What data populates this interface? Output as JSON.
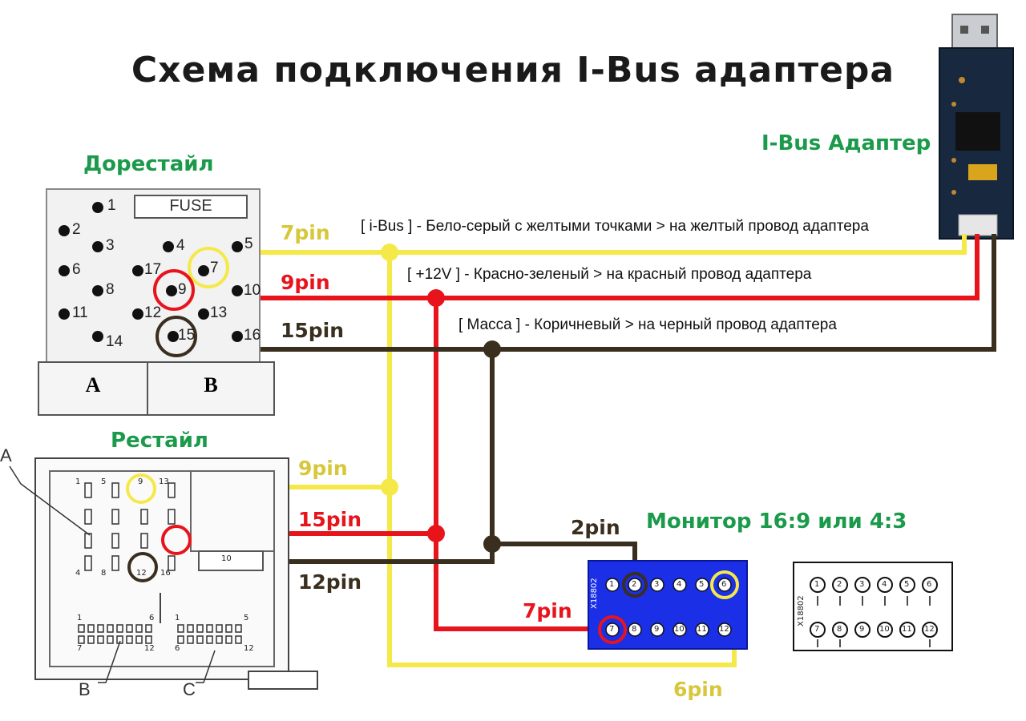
{
  "title": "Схема подключения I-Bus адаптера",
  "adapter": {
    "label": "I-Bus Адаптер"
  },
  "old_connector": {
    "label": "Дорестайл",
    "fuse": "FUSE",
    "block_a": "A",
    "block_b": "B",
    "pins": [
      "1",
      "2",
      "3",
      "4",
      "5",
      "6",
      "17",
      "7",
      "8",
      "9",
      "10",
      "11",
      "12",
      "13",
      "14",
      "15",
      "16"
    ]
  },
  "new_connector": {
    "label": "Рестайл",
    "callouts": [
      "A",
      "B",
      "C"
    ],
    "nums_top": [
      "1",
      "5",
      "9",
      "13"
    ],
    "nums_bottom": [
      "4",
      "8",
      "12",
      "16"
    ],
    "block_label": "10",
    "row_b": [
      "1",
      "6",
      "7",
      "12"
    ],
    "row_c": [
      "1",
      "5",
      "6",
      "12"
    ]
  },
  "wires": {
    "ibus": {
      "text": "[ i-Bus ] - Бело-серый с желтыми точками > на  желтый провод адаптера",
      "color": "#f5e94a"
    },
    "power": {
      "text": "[ +12V ] - Красно-зеленый > на красный провод адаптера",
      "color": "#e8141c"
    },
    "ground": {
      "text": "[ Масса ] - Коричневый > на черный провод адаптера",
      "color": "#3a2e1f"
    }
  },
  "pin_labels": {
    "old_ibus": "7pin",
    "old_power": "9pin",
    "old_ground": "15pin",
    "new_ibus": "9pin",
    "new_power": "15pin",
    "new_ground": "12pin",
    "mon_ground": "2pin",
    "mon_power": "7pin",
    "mon_ibus": "6pin"
  },
  "monitor": {
    "label": "Монитор 16:9 или 4:3",
    "connector_id": "X18802",
    "top_pins": [
      "1",
      "2",
      "3",
      "4",
      "5",
      "6"
    ],
    "bottom_pins": [
      "7",
      "8",
      "9",
      "10",
      "11",
      "12"
    ]
  }
}
